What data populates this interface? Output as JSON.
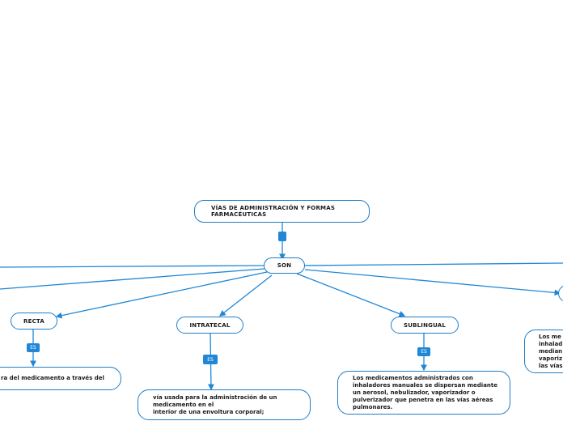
{
  "title": "VÍAS DE ADMINISTRACIÓN Y FORMAS FARMACÉUTICAS",
  "son_label": "SON",
  "top_connector_label": "",
  "branches": [
    {
      "name": "RECTA",
      "link_label": "ES",
      "description": "ra del medicamento a través del"
    },
    {
      "name": "INTRATECAL",
      "link_label": "ES",
      "description": "vía usada para la administración de un medicamento en el\ninterior de una envoltura corporal;"
    },
    {
      "name": "SUBLINGUAL",
      "link_label": "ES",
      "description": "Los medicamentos administrados con inhaladores manuales se dispersan mediante un aerosol, nebulizador, vaporizador o pulverizador que penetra en las vías aéreas pulmonares."
    },
    {
      "name": "",
      "link_label": "",
      "description": "Los me\ninhalad\nmedian\nvaporiz\nlas vías"
    }
  ],
  "colors": {
    "line": "#1f87d6",
    "border": "#1f7dc6",
    "tag": "#1f87d6"
  }
}
